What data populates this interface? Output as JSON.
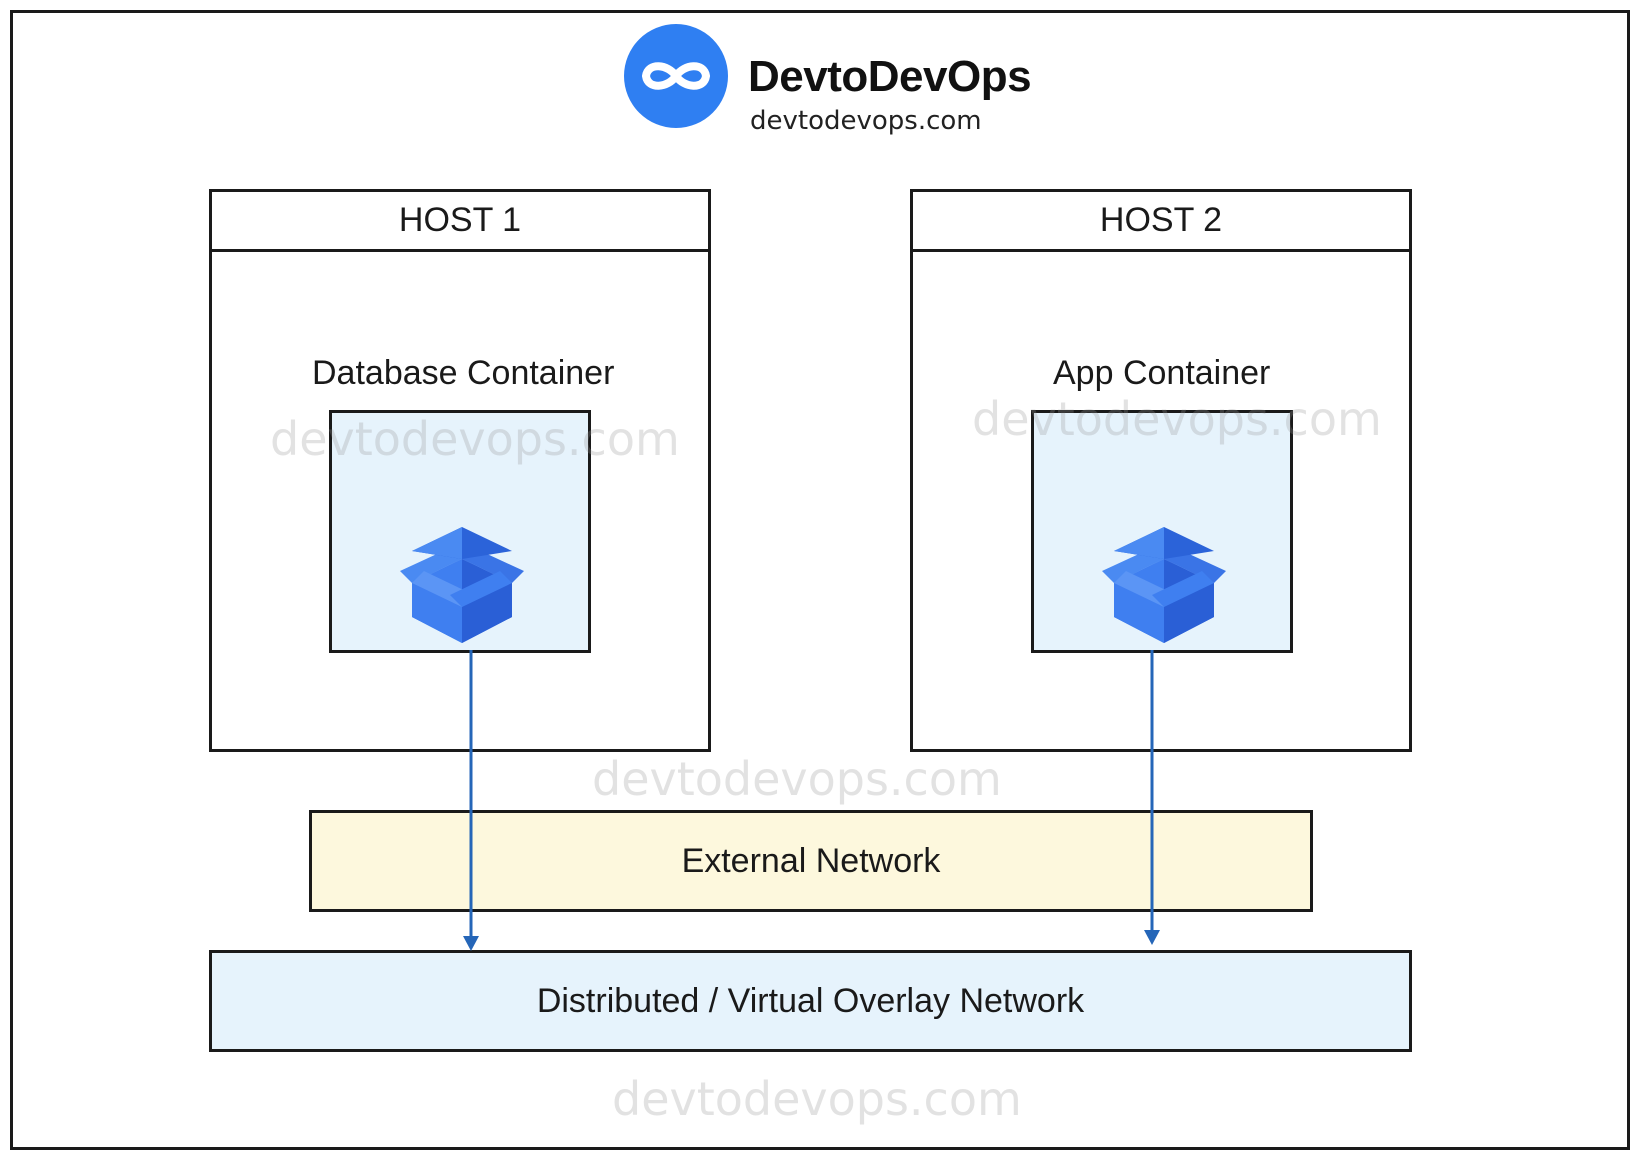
{
  "brand": {
    "name": "DevtoDevOps",
    "url": "devtodevops.com",
    "logo_icon": "infinity-icon",
    "logo_color": "#2f7ff2"
  },
  "hosts": [
    {
      "title": "HOST 1",
      "container_label": "Database Container",
      "container_icon": "box-icon"
    },
    {
      "title": "HOST 2",
      "container_label": "App Container",
      "container_icon": "box-icon"
    }
  ],
  "networks": {
    "external": "External Network",
    "overlay": "Distributed / Virtual Overlay Network"
  },
  "watermark": "devtodevops.com",
  "colors": {
    "arrow": "#2566b8",
    "container_fill": "#e6f3fc",
    "external_fill": "#fdf8dd",
    "overlay_fill": "#e6f3fc",
    "cube_light": "#4a86f0",
    "cube_dark": "#2a5fd6"
  }
}
